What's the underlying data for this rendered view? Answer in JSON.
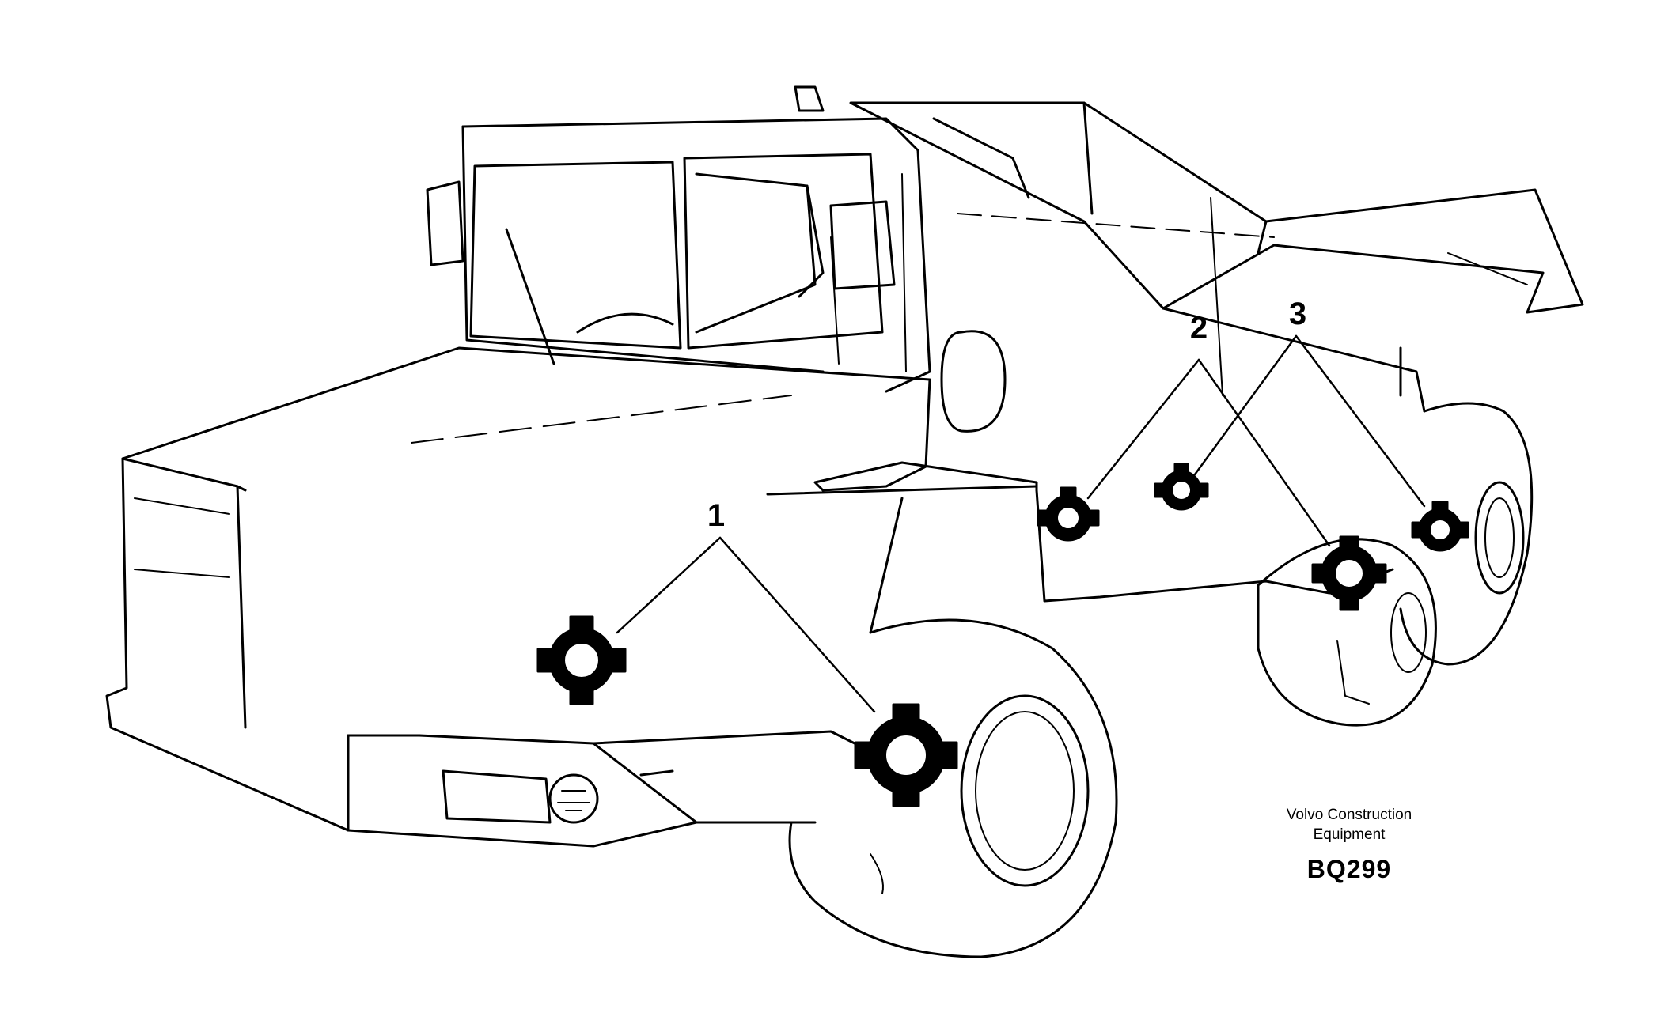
{
  "callouts": [
    {
      "number": "1",
      "part": "wheel-nuts-front-axle"
    },
    {
      "number": "2",
      "part": "wheel-nuts-middle-axle"
    },
    {
      "number": "3",
      "part": "wheel-nuts-rear-axle"
    }
  ],
  "caption": {
    "company_line1": "Volvo Construction",
    "company_line2": "Equipment",
    "code": "BQ299"
  },
  "colors": {
    "ink": "#000000",
    "paper": "#ffffff"
  }
}
